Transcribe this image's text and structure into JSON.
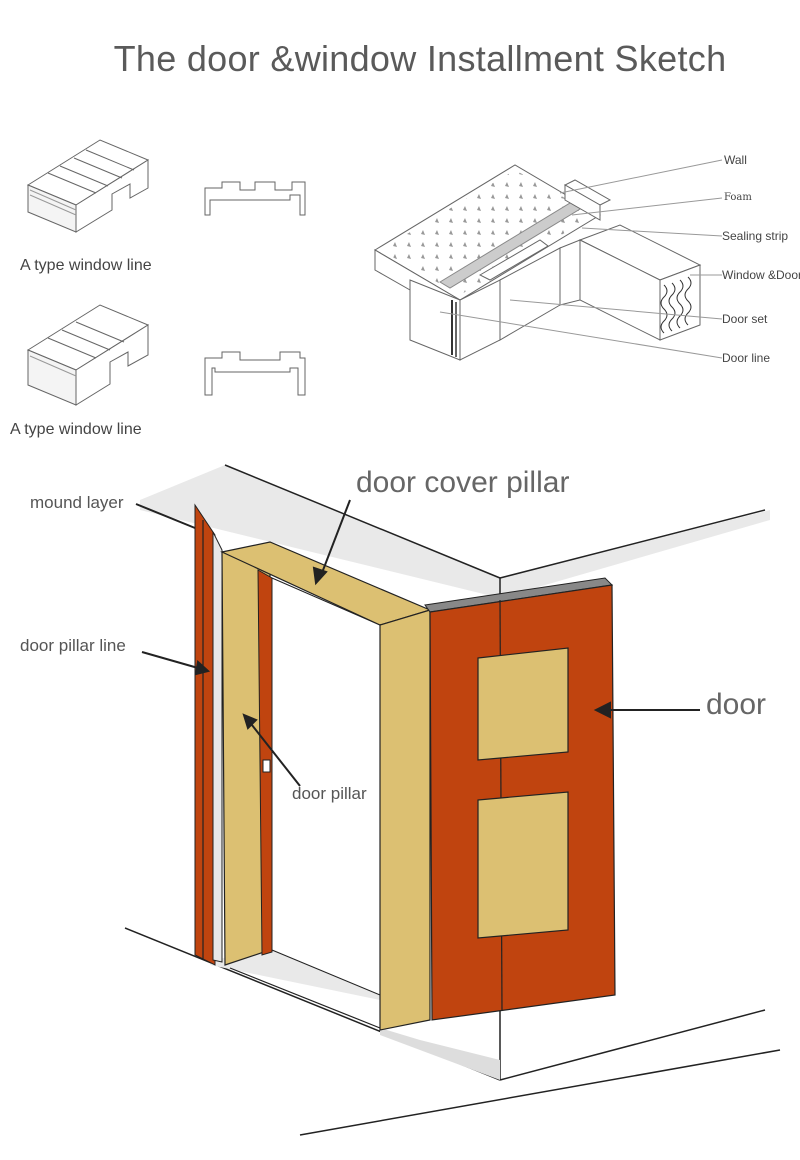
{
  "title": "The door &window Installment Sketch",
  "profiles": [
    {
      "label": "A type window line"
    },
    {
      "label": "A type window line"
    }
  ],
  "cross_section": {
    "labels": [
      "Wall",
      "Foam",
      "Sealing strip",
      "Window &Door",
      "Door  set",
      "Door line"
    ]
  },
  "door_diagram": {
    "labels": {
      "mound_layer": "mound layer",
      "door_cover_pillar": "door cover pillar",
      "door_pillar_line": "door pillar line",
      "door_pillar": "door pillar",
      "door": "door"
    },
    "colors": {
      "door": "#c0440f",
      "frame": "#dcc072",
      "wall_shade": "#e8e8e8"
    }
  }
}
